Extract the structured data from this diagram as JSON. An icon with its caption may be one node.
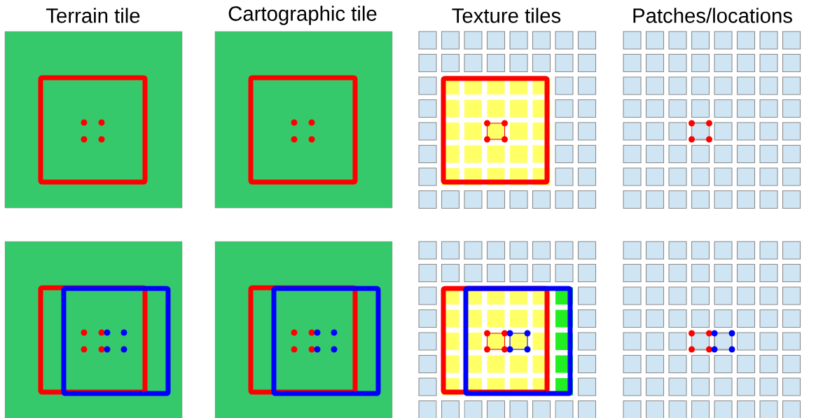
{
  "diagram": {
    "labels": [
      "Terrain tile",
      "Cartographic tile",
      "Texture tiles",
      "Patches/locations"
    ]
  }
}
